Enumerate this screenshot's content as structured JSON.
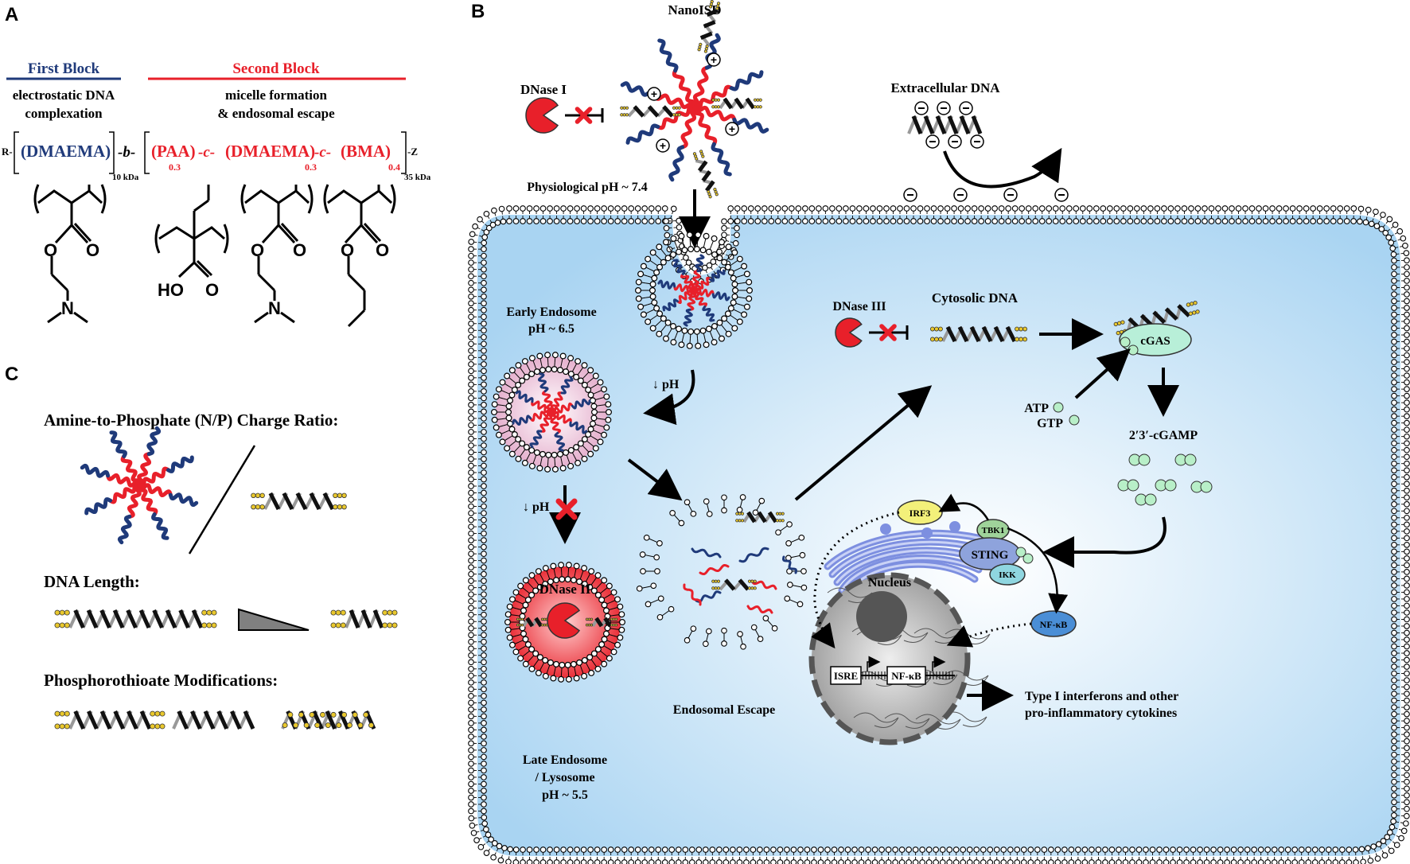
{
  "panels": {
    "a": "A",
    "b": "B",
    "c": "C"
  },
  "panel_a": {
    "first_block": {
      "title": "First Block",
      "desc_line1": "electrostatic DNA",
      "desc_line2": "complexation"
    },
    "second_block": {
      "title": "Second Block",
      "desc_line1": "micelle formation",
      "desc_line2": "& endosomal escape"
    },
    "formula": {
      "r": "R-",
      "dmaema1": "(DMAEMA)",
      "b": "-b-",
      "mw1": "10 kDa",
      "paa": "(PAA)",
      "sub1": "0.3",
      "c1": "-c-",
      "dmaema2": "(DMAEMA)",
      "sub2": "0.3",
      "c2": "-c-",
      "bma": "(BMA)",
      "sub3": "0.4",
      "z": "-Z",
      "mw2": "35 kDa"
    },
    "atoms": {
      "o": "O",
      "n": "N",
      "ho": "HO"
    }
  },
  "panel_b": {
    "nanoisd": "NanoISD",
    "dnase1": "DNase I",
    "extracellular_dna": "Extracellular DNA",
    "physiological_ph": "Physiological pH ~ 7.4",
    "early_endosome": "Early Endosome",
    "early_ph": "pH ~ 6.5",
    "down_ph1": "↓ pH",
    "down_ph2": "↓ pH",
    "late_endosome_line1": "Late Endosome",
    "late_endosome_line2": "/ Lysosome",
    "late_ph": "pH ~ 5.5",
    "dnase2": "DNase II",
    "endosomal_escape": "Endosomal Escape",
    "dnase3": "DNase III",
    "cytosolic_dna": "Cytosolic DNA",
    "cgas": "cGAS",
    "atp": "ATP",
    "gtp": "GTP",
    "cgamp": "2′3′-cGAMP",
    "irf3": "IRF3",
    "tbk1": "TBK1",
    "sting": "STING",
    "ikk": "IKK",
    "nfkb": "NF-κB",
    "nucleus": "Nucleus",
    "isre": "ISRE",
    "nfkb_site": "NF-κB",
    "output_line1": "Type I interferons and other",
    "output_line2": "pro-inflammatory cytokines",
    "minus": "⊖",
    "plus": "⊕"
  },
  "panel_c": {
    "np_ratio": "Amine-to-Phosphate (N/P) Charge Ratio:",
    "dna_length": "DNA Length:",
    "phosphorothioate": "Phosphorothioate Modifications:"
  },
  "colors": {
    "first_block": "#1f3a7a",
    "second_block": "#e8202a",
    "cell_fill": "#bfe0f5",
    "lipid_head": "#ffffff",
    "dnase": "#e8202a",
    "gold": "#e9c82d"
  }
}
